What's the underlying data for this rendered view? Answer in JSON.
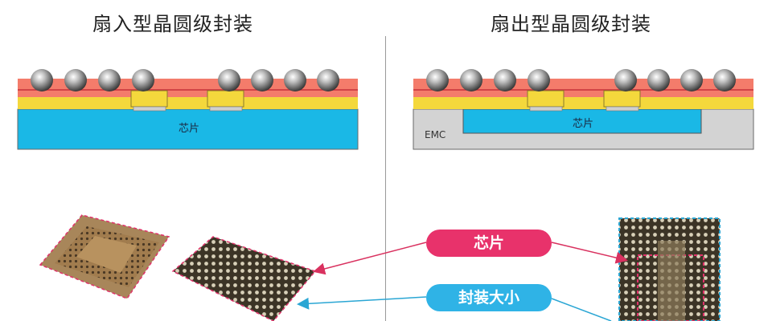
{
  "titles": {
    "fan_in": "扇入型晶圆级封装",
    "fan_out": "扇出型晶圆级封装"
  },
  "diagram_labels": {
    "chip_left": "芯片",
    "chip_right": "芯片",
    "emc": "EMC"
  },
  "callouts": {
    "chip": "芯片",
    "package_size": "封装大小"
  },
  "colors": {
    "substrate_blue": "#1ab8e6",
    "redistribution_orange": "#f47c6b",
    "pad_yellow": "#f4d83c",
    "emc_gray": "#d3d3d3",
    "callout_pink": "#e8326b",
    "callout_blue": "#2fb3e6",
    "arrow_pink": "#d9315f",
    "arrow_blue": "#2aa6d4"
  }
}
